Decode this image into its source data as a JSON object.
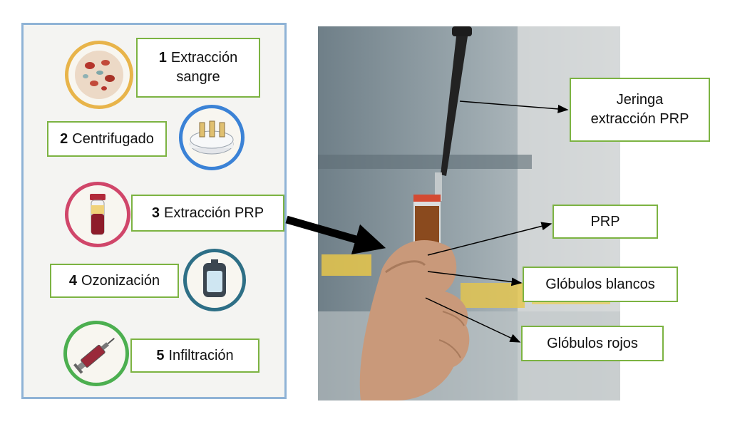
{
  "steps": [
    {
      "num": "1",
      "text": "Extracción",
      "text2": "sangre"
    },
    {
      "num": "2",
      "text": "Centrifugado"
    },
    {
      "num": "3",
      "text": "Extracción PRP"
    },
    {
      "num": "4",
      "text": "Ozonización"
    },
    {
      "num": "5",
      "text": "Infiltración"
    }
  ],
  "callouts": {
    "syringe_line1": "Jeringa",
    "syringe_line2": "extracción PRP",
    "prp": "PRP",
    "white_cells": "Glóbulos blancos",
    "red_cells": "Glóbulos rojos"
  },
  "colors": {
    "label_border": "#7cb342",
    "panel_border": "#8fb3d6",
    "step1_ring": "#e8b44a",
    "step2_ring": "#3b82d6",
    "step3_ring": "#d0466a",
    "step4_ring": "#2e6f86",
    "step5_ring": "#4caf50"
  },
  "icons": [
    "blood-cells-icon",
    "centrifuge-icon",
    "blood-tube-icon",
    "ozone-bag-icon",
    "syringe-icon"
  ]
}
